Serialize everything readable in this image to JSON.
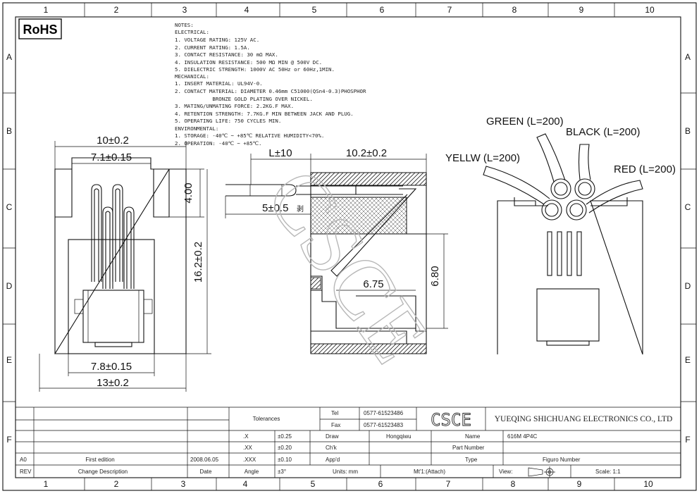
{
  "logo": {
    "text": "RoHS"
  },
  "grid": {
    "cols": [
      "1",
      "2",
      "3",
      "4",
      "5",
      "6",
      "7",
      "8",
      "9",
      "10"
    ],
    "rows": [
      "A",
      "B",
      "C",
      "D",
      "E",
      "F"
    ]
  },
  "notes": [
    "NOTES:",
    "ELECTRICAL:",
    "1. VOLTAGE RATING: 125V AC.",
    "2. CURRENT RATING: 1.5A.",
    "3. CONTACT RESISTANCE: 30 mΩ MAX.",
    "4. INSULATION RESISTANCE: 500 MΩ MIN @ 500V DC.",
    "5. DIELECTRIC STRENGTH: 1000V AC 50Hz or 60Hz,1MIN.",
    "MECHANICAL:",
    "1. INSERT MATERIAL: UL94V-0.",
    "2. CONTACT MATERIAL: DIAMETER 0.46mm C51000(QSn4-0.3)PHOSPHOR",
    "            BRONZE GOLD PLATING OVER NICKEL.",
    "3. MATING/UNMATING FORCE: 2.2KG.F MAX.",
    "4. RETENTION STRENGTH: 7.7KG.F MIN BETWEEN JACK AND PLUG.",
    "5. OPERATING LIFE: 750 CYCLES MIN.",
    "ENVIRONMENTAL:",
    "1. STORAGE: -40℃ ~ +85℃ RELATIVE HUMIDITY<70%.",
    "2. OPERATION: -40℃ ~ +85℃."
  ],
  "dims": {
    "front_w_outer": "10±0.2",
    "front_w_inner": "7.1±0.15",
    "front_h_top": "4.00",
    "front_h": "16.2±0.2",
    "front_w_bottom_inner": "7.8±0.15",
    "front_w_bottom": "13±0.2",
    "side_l": "L±10",
    "side_w": "10.2±0.2",
    "side_strip": "5±0.5",
    "side_strip_note": "剥",
    "side_inner": "6.75",
    "side_h": "6.80"
  },
  "wires": {
    "yellow": "YELLW (L=200)",
    "green": "GREEN (L=200)",
    "black": "BLACK (L=200)",
    "red": "RED (L=200)"
  },
  "watermark": "CSCE",
  "title_block": {
    "tolerances": "Tolerances",
    "tel_label": "Tel",
    "tel": "0577-61523486",
    "fax_label": "Fax",
    "fax": "0577-61523483",
    "logo": "CSCE",
    "company": "YUEQING SHICHUANG ELECTRONICS CO., LTD",
    "tol_x": ".X",
    "tol_x_v": "±0.25",
    "tol_xx": ".XX",
    "tol_xx_v": "±0.20",
    "tol_xxx": ".XXX",
    "tol_xxx_v": "±0.10",
    "angle": "Angle",
    "angle_v": "±3°",
    "draw": "Draw",
    "draw_v": "Hongqiwu",
    "chk": "Ch'k",
    "appd": "App'd",
    "name_label": "Name",
    "name_v": "616M 4P4C",
    "part_label": "Part Number",
    "type_label": "Type",
    "figure_label": "Figuro Number",
    "rev_a0": "A0",
    "first_edition": "First edition",
    "date_v": "2008.06.05",
    "rev": "REV",
    "change_desc": "Change Description",
    "date": "Date",
    "units": "Units: mm",
    "mt": "Mt'1:(Attach)",
    "view": "View:",
    "scale": "Scale: 1:1"
  }
}
